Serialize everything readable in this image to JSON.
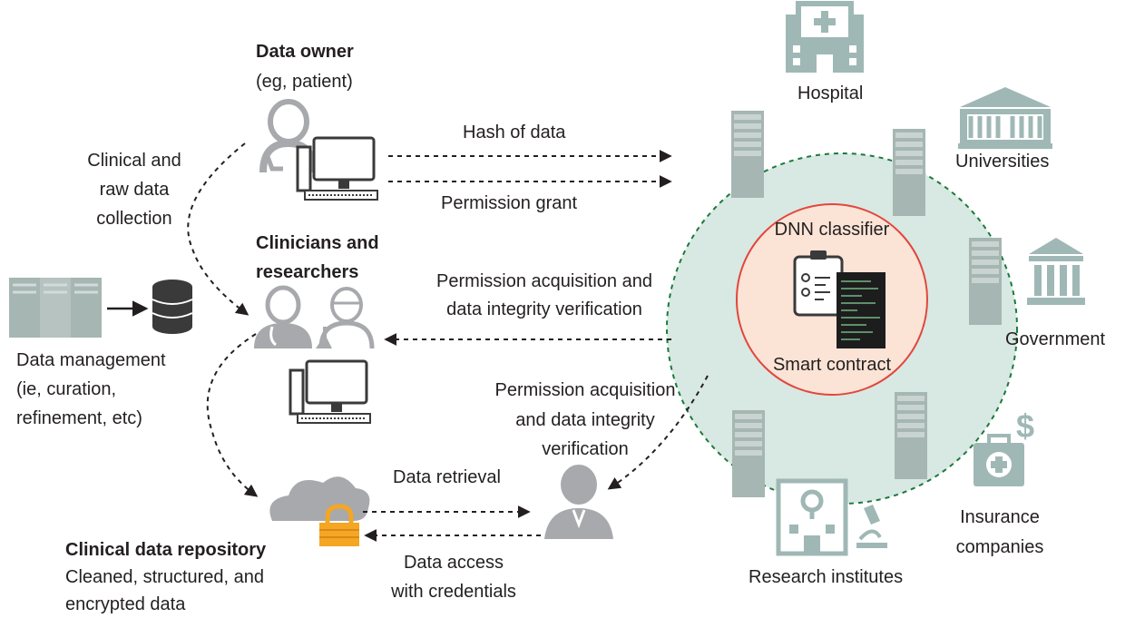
{
  "data_owner": {
    "title": "Data owner",
    "subtitle": "(eg, patient)"
  },
  "collection": {
    "line1": "Clinical and",
    "line2": "raw data",
    "line3": "collection"
  },
  "flows": {
    "hash": "Hash of data",
    "permission_grant": "Permission grant",
    "acq1_line1": "Permission acquisition and",
    "acq1_line2": "data integrity verification",
    "acq2_line1": "Permission acquisition",
    "acq2_line2": "and data integrity",
    "acq2_line3": "verification",
    "retrieval": "Data retrieval",
    "access_line1": "Data access",
    "access_line2": "with credentials"
  },
  "clinicians": {
    "line1": "Clinicians and",
    "line2": "researchers"
  },
  "management": {
    "line1": "Data management",
    "line2": "(ie, curation,",
    "line3": "refinement, etc)"
  },
  "repository": {
    "title": "Clinical data repository",
    "line1": "Cleaned, structured, and",
    "line2": "encrypted data"
  },
  "network": {
    "core_top": "DNN classifier",
    "core_bottom": "Smart contract",
    "nodes": {
      "hospital": "Hospital",
      "universities": "Universities",
      "government": "Government",
      "insurance_line1": "Insurance",
      "insurance_line2": "companies",
      "research": "Research institutes"
    }
  },
  "colors": {
    "icon_gray": "#a7a9ac",
    "icon_dark": "#3a3a3a",
    "teal_icon": "#9fb8b5",
    "network_fill": "#d8e8e3",
    "network_border": "#1a7a3c",
    "core_fill": "#fbe4d6",
    "core_border": "#e2463b",
    "lock_orange": "#f5a623"
  }
}
